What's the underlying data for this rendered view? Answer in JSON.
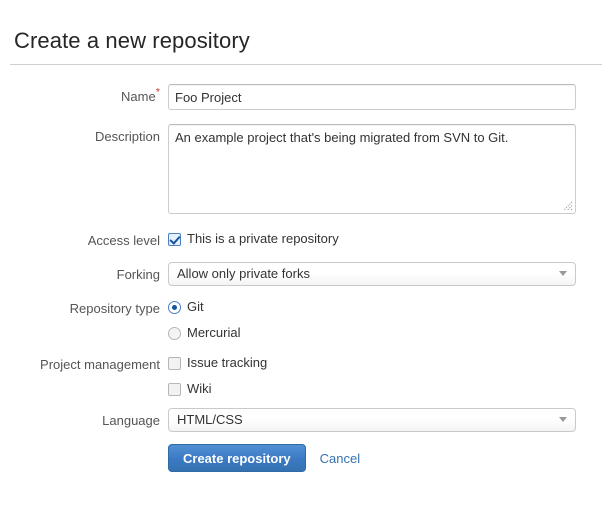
{
  "form": {
    "title": "Create a new repository",
    "required_marker": "*",
    "fields": {
      "name": {
        "label": "Name",
        "value": "Foo Project",
        "placeholder": ""
      },
      "description": {
        "label": "Description",
        "value": "An example project that's being migrated from SVN to Git.",
        "placeholder": ""
      },
      "access_level": {
        "label": "Access level",
        "checkbox_label": "This is a private repository",
        "checked": true
      },
      "forking": {
        "label": "Forking",
        "selected": "Allow only private forks"
      },
      "repository_type": {
        "label": "Repository type",
        "options": [
          {
            "label": "Git",
            "selected": true
          },
          {
            "label": "Mercurial",
            "selected": false
          }
        ]
      },
      "project_management": {
        "label": "Project management",
        "options": [
          {
            "label": "Issue tracking",
            "checked": false
          },
          {
            "label": "Wiki",
            "checked": false
          }
        ]
      },
      "language": {
        "label": "Language",
        "selected": "HTML/CSS"
      }
    },
    "actions": {
      "submit_label": "Create repository",
      "cancel_label": "Cancel"
    }
  },
  "colors": {
    "primary_button": "#3572b0",
    "link": "#3572b0",
    "required_star": "#d04437",
    "label_text": "#555555",
    "checkbox_accent": "#15539e"
  }
}
